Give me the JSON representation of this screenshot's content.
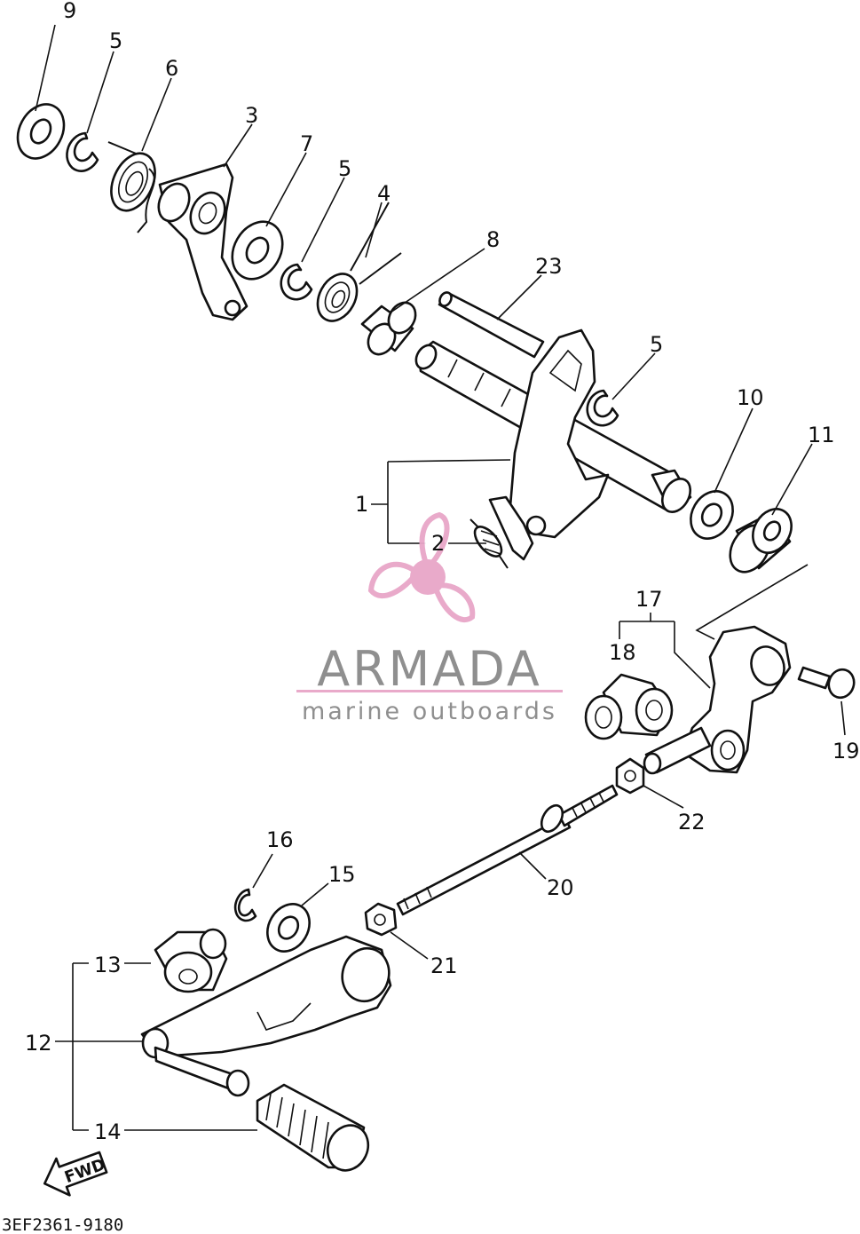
{
  "diagram": {
    "code": "3EF2361-9180",
    "fwd_label": "FWD",
    "callouts": {
      "p1": "1",
      "p2": "2",
      "p3": "3",
      "p4": "4",
      "p5a": "5",
      "p5b": "5",
      "p5c": "5",
      "p6": "6",
      "p7": "7",
      "p8": "8",
      "p9": "9",
      "p10": "10",
      "p11": "11",
      "p12": "12",
      "p13": "13",
      "p14": "14",
      "p15": "15",
      "p16": "16",
      "p17": "17",
      "p18": "18",
      "p19": "19",
      "p20": "20",
      "p21": "21",
      "p22": "22",
      "p23": "23"
    }
  },
  "watermark": {
    "brand": "ARMADA",
    "tagline": "marine outboards",
    "colors": {
      "pink": "#e8a6c8",
      "gray": "#8a8a8a"
    }
  }
}
